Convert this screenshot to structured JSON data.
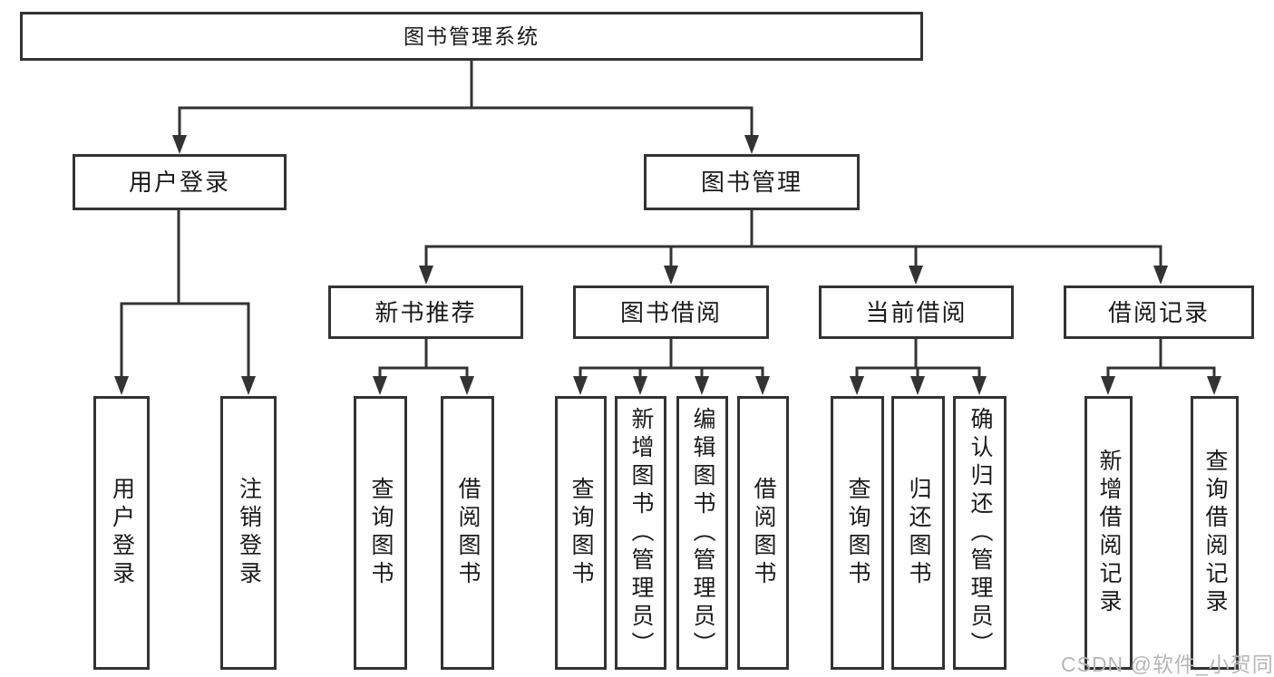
{
  "diagram": {
    "root": {
      "label": "图书管理系统"
    },
    "branches": [
      {
        "label": "用户登录",
        "children": [
          {
            "label": "用户登录"
          },
          {
            "label": "注销登录"
          }
        ]
      },
      {
        "label": "图书管理",
        "children": [
          {
            "label": "新书推荐",
            "children": [
              {
                "label": "查询图书"
              },
              {
                "label": "借阅图书"
              }
            ]
          },
          {
            "label": "图书借阅",
            "children": [
              {
                "label": "查询图书"
              },
              {
                "label": "新增图书（管理员）"
              },
              {
                "label": "编辑图书（管理员）"
              },
              {
                "label": "借阅图书"
              }
            ]
          },
          {
            "label": "当前借阅",
            "children": [
              {
                "label": "查询图书"
              },
              {
                "label": "归还图书"
              },
              {
                "label": "确认归还（管理员）"
              }
            ]
          },
          {
            "label": "借阅记录",
            "children": [
              {
                "label": "新增借阅记录"
              },
              {
                "label": "查询借阅记录"
              }
            ]
          }
        ]
      }
    ]
  },
  "watermark": {
    "text": "CSDN @软件_小贺同学"
  },
  "colors": {
    "line": "#333333",
    "text": "#1a1a1a",
    "background": "#ffffff",
    "watermark": "#b6b6b6"
  }
}
